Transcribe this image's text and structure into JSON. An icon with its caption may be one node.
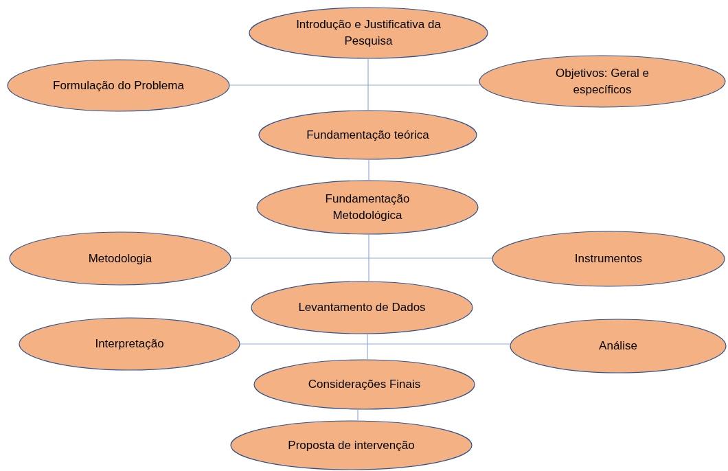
{
  "diagram": {
    "nodes": [
      {
        "text": [
          "Introdução e  Justificativa da Pesquisa"
        ]
      },
      {
        "text": [
          "Formulação do Problema"
        ]
      },
      {
        "text": [
          "Objetivos: Geral e específicos"
        ]
      },
      {
        "text": [
          "Fundamentação teórica"
        ]
      },
      {
        "text": [
          "Fundamentação Metodológica"
        ]
      },
      {
        "text": [
          "Metodologia"
        ]
      },
      {
        "text": [
          "Instrumentos"
        ]
      },
      {
        "text": [
          "Levantamento de Dados"
        ]
      },
      {
        "text": [
          "Interpretação"
        ]
      },
      {
        "text": [
          "Análise"
        ]
      },
      {
        "text": [
          "Considerações Finais"
        ]
      },
      {
        "text": [
          "Proposta de intervenção"
        ]
      }
    ],
    "edges": [
      {
        "from": 0,
        "to": 3,
        "arrow": "none"
      },
      {
        "from": 1,
        "to": 2,
        "arrow": "none"
      },
      {
        "from": 3,
        "to": 4,
        "arrow": "none"
      },
      {
        "from": 4,
        "to": 7,
        "arrow": "none"
      },
      {
        "from": 5,
        "to": 6,
        "arrow": "none"
      },
      {
        "from": 7,
        "to": 10,
        "arrow": "none"
      },
      {
        "from": 8,
        "to": 9,
        "arrow": "none"
      },
      {
        "from": 10,
        "to": 11,
        "arrow": "none"
      }
    ]
  }
}
